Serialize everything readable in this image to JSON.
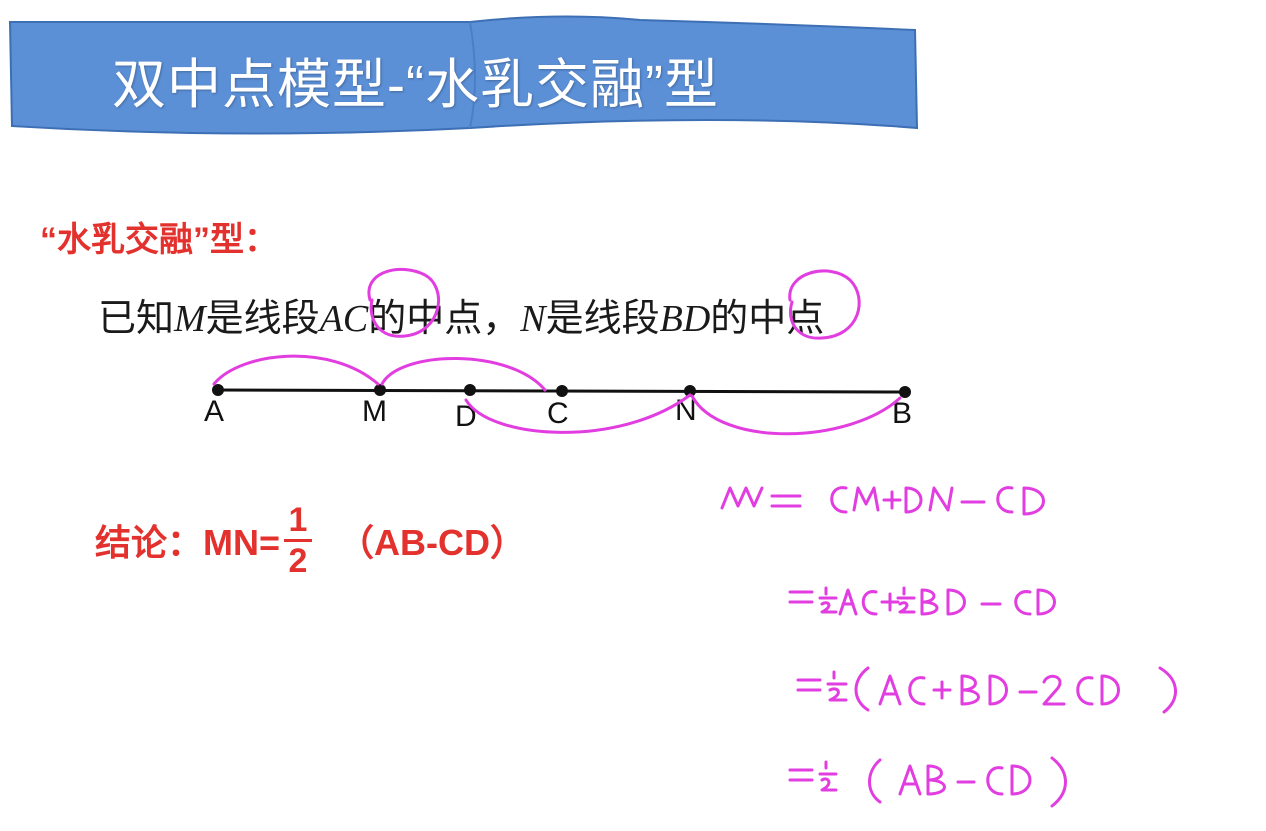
{
  "banner": {
    "title": "双中点模型-“水乳交融”型",
    "color": "#5b8fd6"
  },
  "section": {
    "heading": "“水乳交融”型："
  },
  "premise": {
    "p1": "已知",
    "v1": "M",
    "p2": "是线段",
    "v2": "AC",
    "p3": "的中点，",
    "v3": "N",
    "p4": "是线段",
    "v4": "BD",
    "p5": "的中点"
  },
  "diagram": {
    "points": [
      "A",
      "M",
      "D",
      "C",
      "N",
      "B"
    ]
  },
  "conclusion": {
    "prefix": "结论：MN=",
    "numerator": "1",
    "denominator": "2",
    "suffix": "（AB-CD）"
  },
  "annotation_color": "#e23de0",
  "accent_color": "#e3322d"
}
